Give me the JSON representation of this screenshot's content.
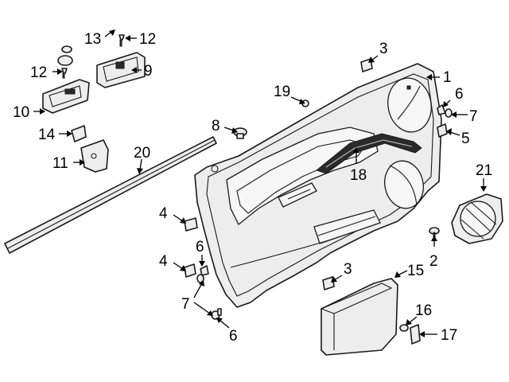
{
  "callouts": {
    "c1": "1",
    "c2": "2",
    "c3a": "3",
    "c3b": "3",
    "c4a": "4",
    "c4b": "4",
    "c5": "5",
    "c6a": "6",
    "c6b": "6",
    "c6c": "6",
    "c7a": "7",
    "c7b": "7",
    "c8": "8",
    "c9": "9",
    "c10": "10",
    "c11": "11",
    "c12a": "12",
    "c12b": "12",
    "c13": "13",
    "c14": "14",
    "c15": "15",
    "c16": "16",
    "c17": "17",
    "c18": "18",
    "c19": "19",
    "c20": "20",
    "c21": "21"
  }
}
